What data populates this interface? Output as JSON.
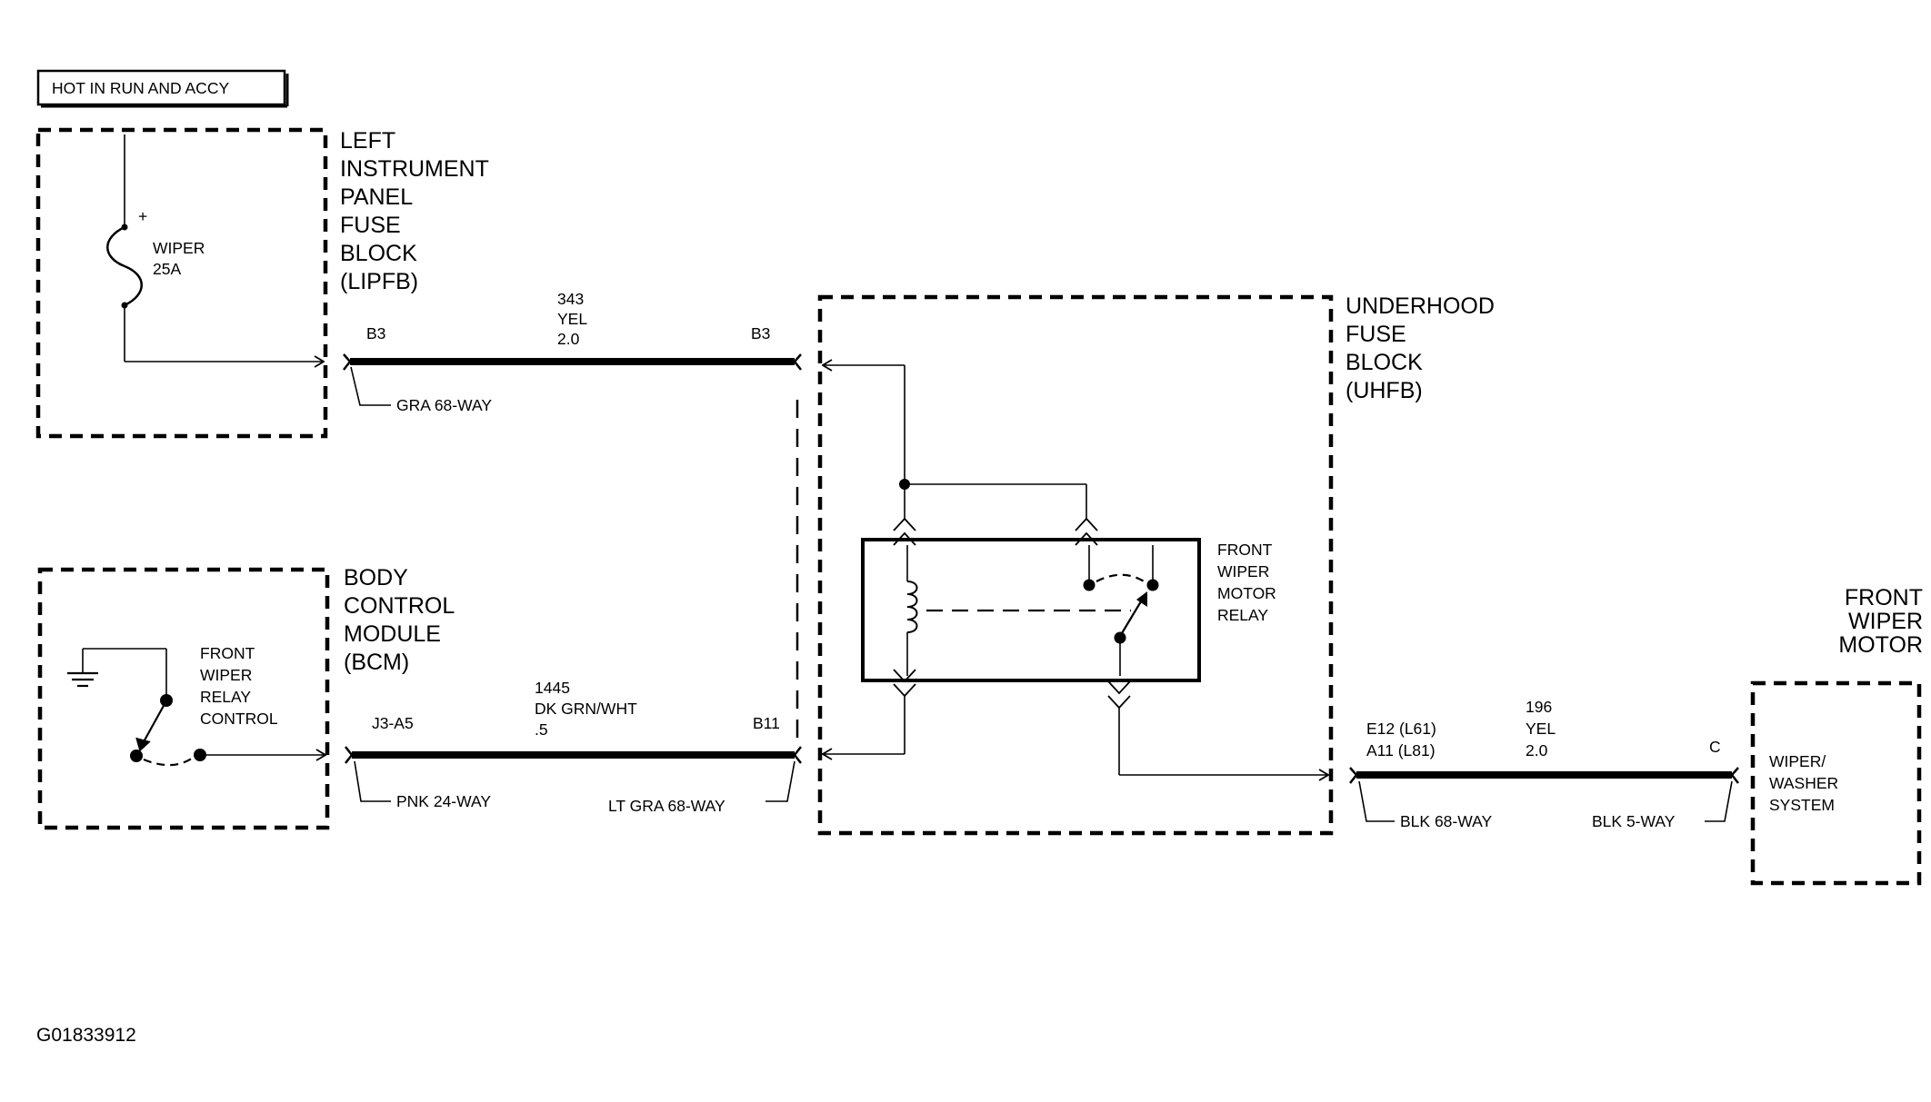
{
  "hot_label": "HOT IN RUN AND ACCY",
  "lipfb": {
    "title_lines": [
      "LEFT",
      "INSTRUMENT",
      "PANEL",
      "FUSE",
      "BLOCK",
      "(LIPFB)"
    ],
    "fuse_name": "WIPER",
    "fuse_rating": "25A",
    "fuse_polarity": "+"
  },
  "bcm": {
    "title_lines": [
      "BODY",
      "CONTROL",
      "MODULE",
      "(BCM)"
    ],
    "control_lines": [
      "FRONT",
      "WIPER",
      "RELAY",
      "CONTROL"
    ]
  },
  "uhfb": {
    "title_lines": [
      "UNDERHOOD",
      "FUSE",
      "BLOCK",
      "(UHFB)"
    ],
    "relay_lines": [
      "FRONT",
      "WIPER",
      "MOTOR",
      "RELAY"
    ]
  },
  "motor": {
    "title_lines": [
      "FRONT",
      "WIPER",
      "MOTOR"
    ],
    "system_lines": [
      "WIPER/",
      "WASHER",
      "SYSTEM"
    ]
  },
  "wires": {
    "top": {
      "circuit": "343",
      "color": "YEL",
      "gauge": "2.0",
      "left_pin": "B3",
      "right_pin": "B3",
      "left_connector": "GRA 68-WAY"
    },
    "middle": {
      "circuit": "1445",
      "color": "DK GRN/WHT",
      "gauge": ".5",
      "left_pin": "J3-A5",
      "right_pin": "B11",
      "left_connector": "PNK 24-WAY",
      "right_connector": "LT GRA 68-WAY"
    },
    "right": {
      "circuit": "196",
      "color": "YEL",
      "gauge": "2.0",
      "left_pin_1": "E12 (L61)",
      "left_pin_2": "A11 (L81)",
      "right_pin": "C",
      "left_connector": "BLK 68-WAY",
      "right_connector": "BLK 5-WAY"
    }
  },
  "figure_id": "G01833912"
}
